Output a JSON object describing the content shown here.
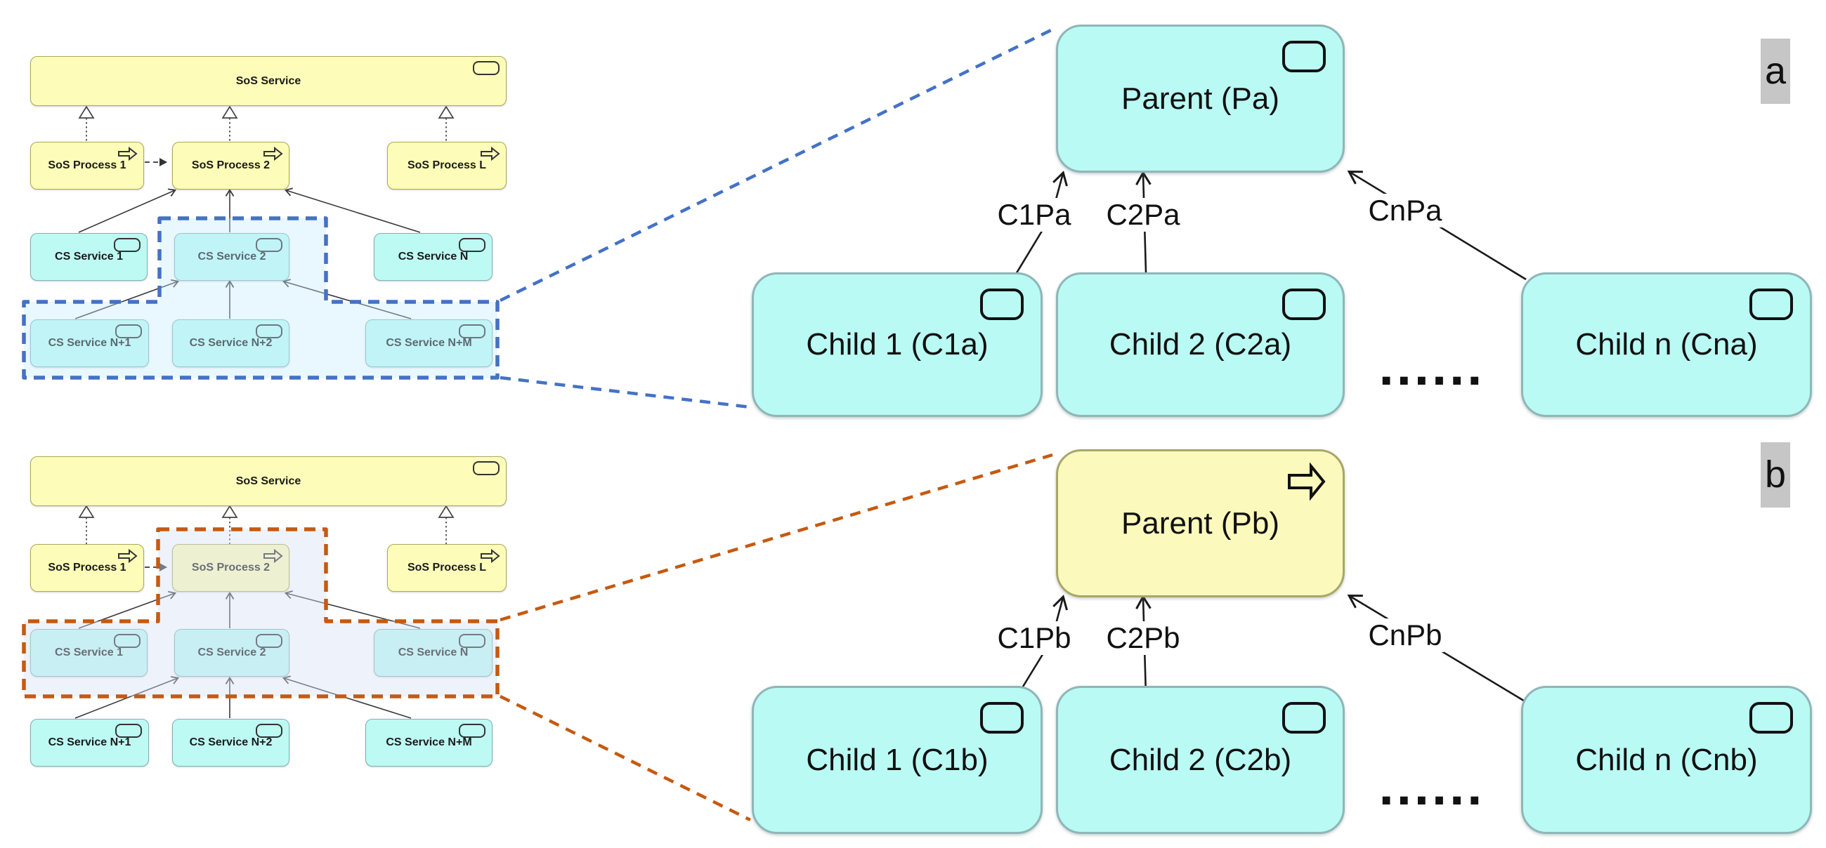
{
  "colors": {
    "service_fill": "#befaf4",
    "service_border": "#7fb2b4",
    "process_fill": "#fdfdb9",
    "process_border": "#abaa57",
    "dash_blue": "#4472c4",
    "dash_orange": "#c55a11",
    "tag_bg": "#c6c6c6"
  },
  "overview": {
    "sos_service": "SoS Service",
    "process_1": "SoS Process 1",
    "process_2": "SoS Process 2",
    "process_l": "SoS Process L",
    "cs_1": "CS Service 1",
    "cs_2": "CS Service 2",
    "cs_n": "CS Service N",
    "cs_n1": "CS Service N+1",
    "cs_n2": "CS Service N+2",
    "cs_nm": "CS Service N+M"
  },
  "detail_a": {
    "tag": "a",
    "parent": "Parent (Pa)",
    "child_1": "Child 1 (C1a)",
    "child_2": "Child 2 (C2a)",
    "child_n": "Child n (Cna)",
    "edge_1": "C1Pa",
    "edge_2": "C2Pa",
    "edge_n": "CnPa",
    "ellipsis": "......"
  },
  "detail_b": {
    "tag": "b",
    "parent": "Parent (Pb)",
    "child_1": "Child 1 (C1b)",
    "child_2": "Child 2 (C2b)",
    "child_n": "Child n (Cnb)",
    "edge_1": "C1Pb",
    "edge_2": "C2Pb",
    "edge_n": "CnPb",
    "ellipsis": "......"
  }
}
